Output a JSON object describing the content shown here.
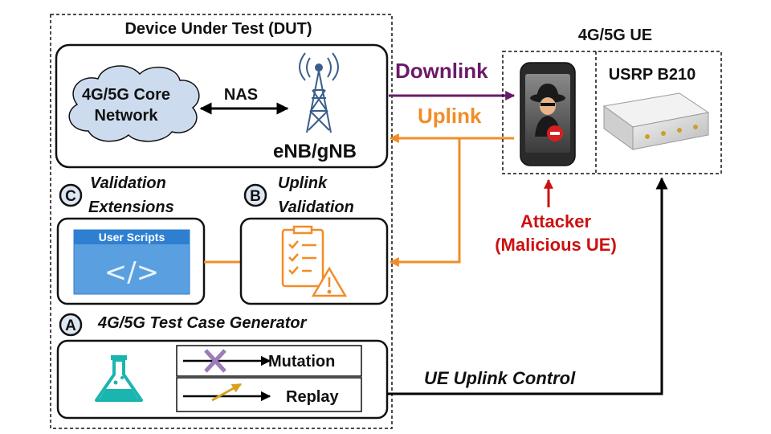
{
  "dut": {
    "title": "Device Under Test (DUT)",
    "core_network_line1": "4G/5G Core",
    "core_network_line2": "Network",
    "nas_label": "NAS",
    "base_station_label": "eNB/gNB"
  },
  "links": {
    "downlink": "Downlink",
    "uplink": "Uplink",
    "ue_uplink_control": "UE Uplink Control"
  },
  "ue": {
    "title": "4G/5G UE",
    "usrp_label": "USRP B210"
  },
  "attacker": {
    "line1": "Attacker",
    "line2": "(Malicious UE)"
  },
  "components": {
    "c_badge": "C",
    "c_title_line1": "Validation",
    "c_title_line2": "Extensions",
    "b_badge": "B",
    "b_title_line1": "Uplink",
    "b_title_line2": "Validation",
    "a_badge": "A",
    "a_title": "4G/5G Test Case Generator",
    "user_scripts_label": "User Scripts",
    "code_glyph": "</>",
    "mutation_label": "Mutation",
    "replay_label": "Replay"
  },
  "colors": {
    "downlink": "#6b1a6b",
    "uplink": "#f28c28",
    "attacker": "#cc1111",
    "scripts_blue": "#2f7fd1",
    "flask_teal": "#1bb5b0",
    "mutation_x": "#9b7bb8",
    "replay_arrow": "#d9a020"
  }
}
